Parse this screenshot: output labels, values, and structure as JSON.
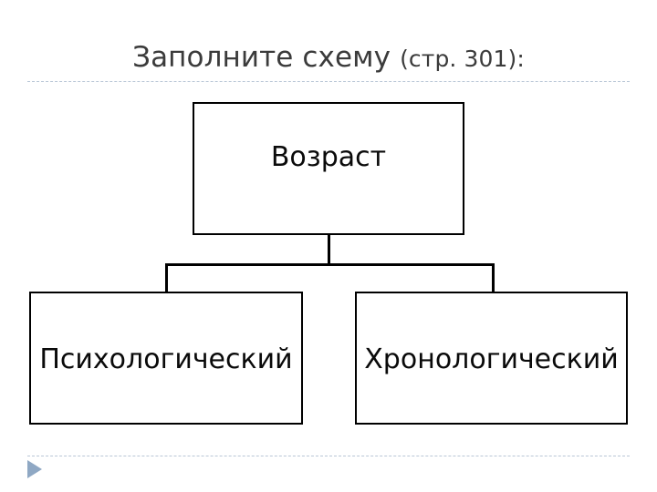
{
  "slide": {
    "title_main": "Заполните схему",
    "title_sub": "(стр. 301):",
    "background_color": "#ffffff",
    "title_color": "#3b3b3b"
  },
  "decorations": {
    "top_rule_color": "#b9c6d6",
    "bottom_rule_color": "#b9c6d6",
    "footer_marker": "play-triangle-icon",
    "footer_marker_color": "#8fa8c4"
  },
  "diagram": {
    "type": "hierarchy-tree",
    "box_border_color": "#000000",
    "box_fill_color": "#ffffff",
    "text_color": "#0a0a0a",
    "root": {
      "label": "Возраст"
    },
    "children": [
      {
        "label": "Психологический"
      },
      {
        "label": "Хронологический"
      }
    ]
  }
}
